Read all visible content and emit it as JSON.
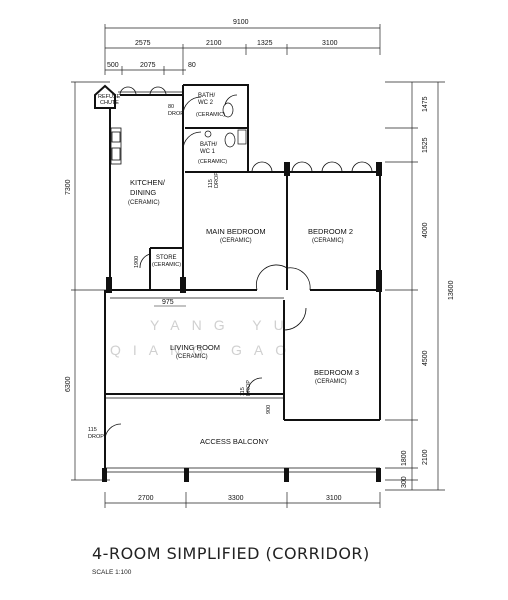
{
  "plan": {
    "title": "4-ROOM SIMPLIFIED (CORRIDOR)",
    "scale_label": "SCALE  1:100",
    "watermark": [
      "YANG YU",
      "QIANG GAO"
    ],
    "dimensions": {
      "overall_top": "9100",
      "top": [
        "2575",
        "2100",
        "1325",
        "3100"
      ],
      "top_sub": [
        "500",
        "2075",
        "80"
      ],
      "bottom": [
        "2700",
        "3300",
        "3100"
      ],
      "left": [
        "7300",
        "6300"
      ],
      "right_overall": "13600",
      "right": [
        "1475",
        "1525",
        "4000",
        "4500",
        "1800",
        "2100",
        "300"
      ],
      "inner": [
        "975",
        "80",
        "1900",
        "900"
      ]
    },
    "rooms": [
      {
        "name": "KITCHEN/",
        "name2": "DINING",
        "floor": "(CERAMIC)"
      },
      {
        "name": "MAIN BEDROOM",
        "floor": "(CERAMIC)"
      },
      {
        "name": "BEDROOM 2",
        "floor": "(CERAMIC)"
      },
      {
        "name": "BEDROOM 3",
        "floor": "(CERAMIC)"
      },
      {
        "name": "LIVING ROOM",
        "floor": "(CERAMIC)"
      },
      {
        "name": "ACCESS BALCONY",
        "floor": ""
      },
      {
        "name": "STORE",
        "floor": "(CERAMIC)"
      },
      {
        "name": "BATH/",
        "name2": "WC 2",
        "floor": "(CERAMIC)"
      },
      {
        "name": "BATH/",
        "name2": "WC 1",
        "floor": "(CERAMIC)"
      }
    ],
    "drops": [
      "80",
      "DROP",
      "115",
      "DROP"
    ],
    "refuse_chute": [
      "REFUSE",
      "CHUTE"
    ]
  }
}
